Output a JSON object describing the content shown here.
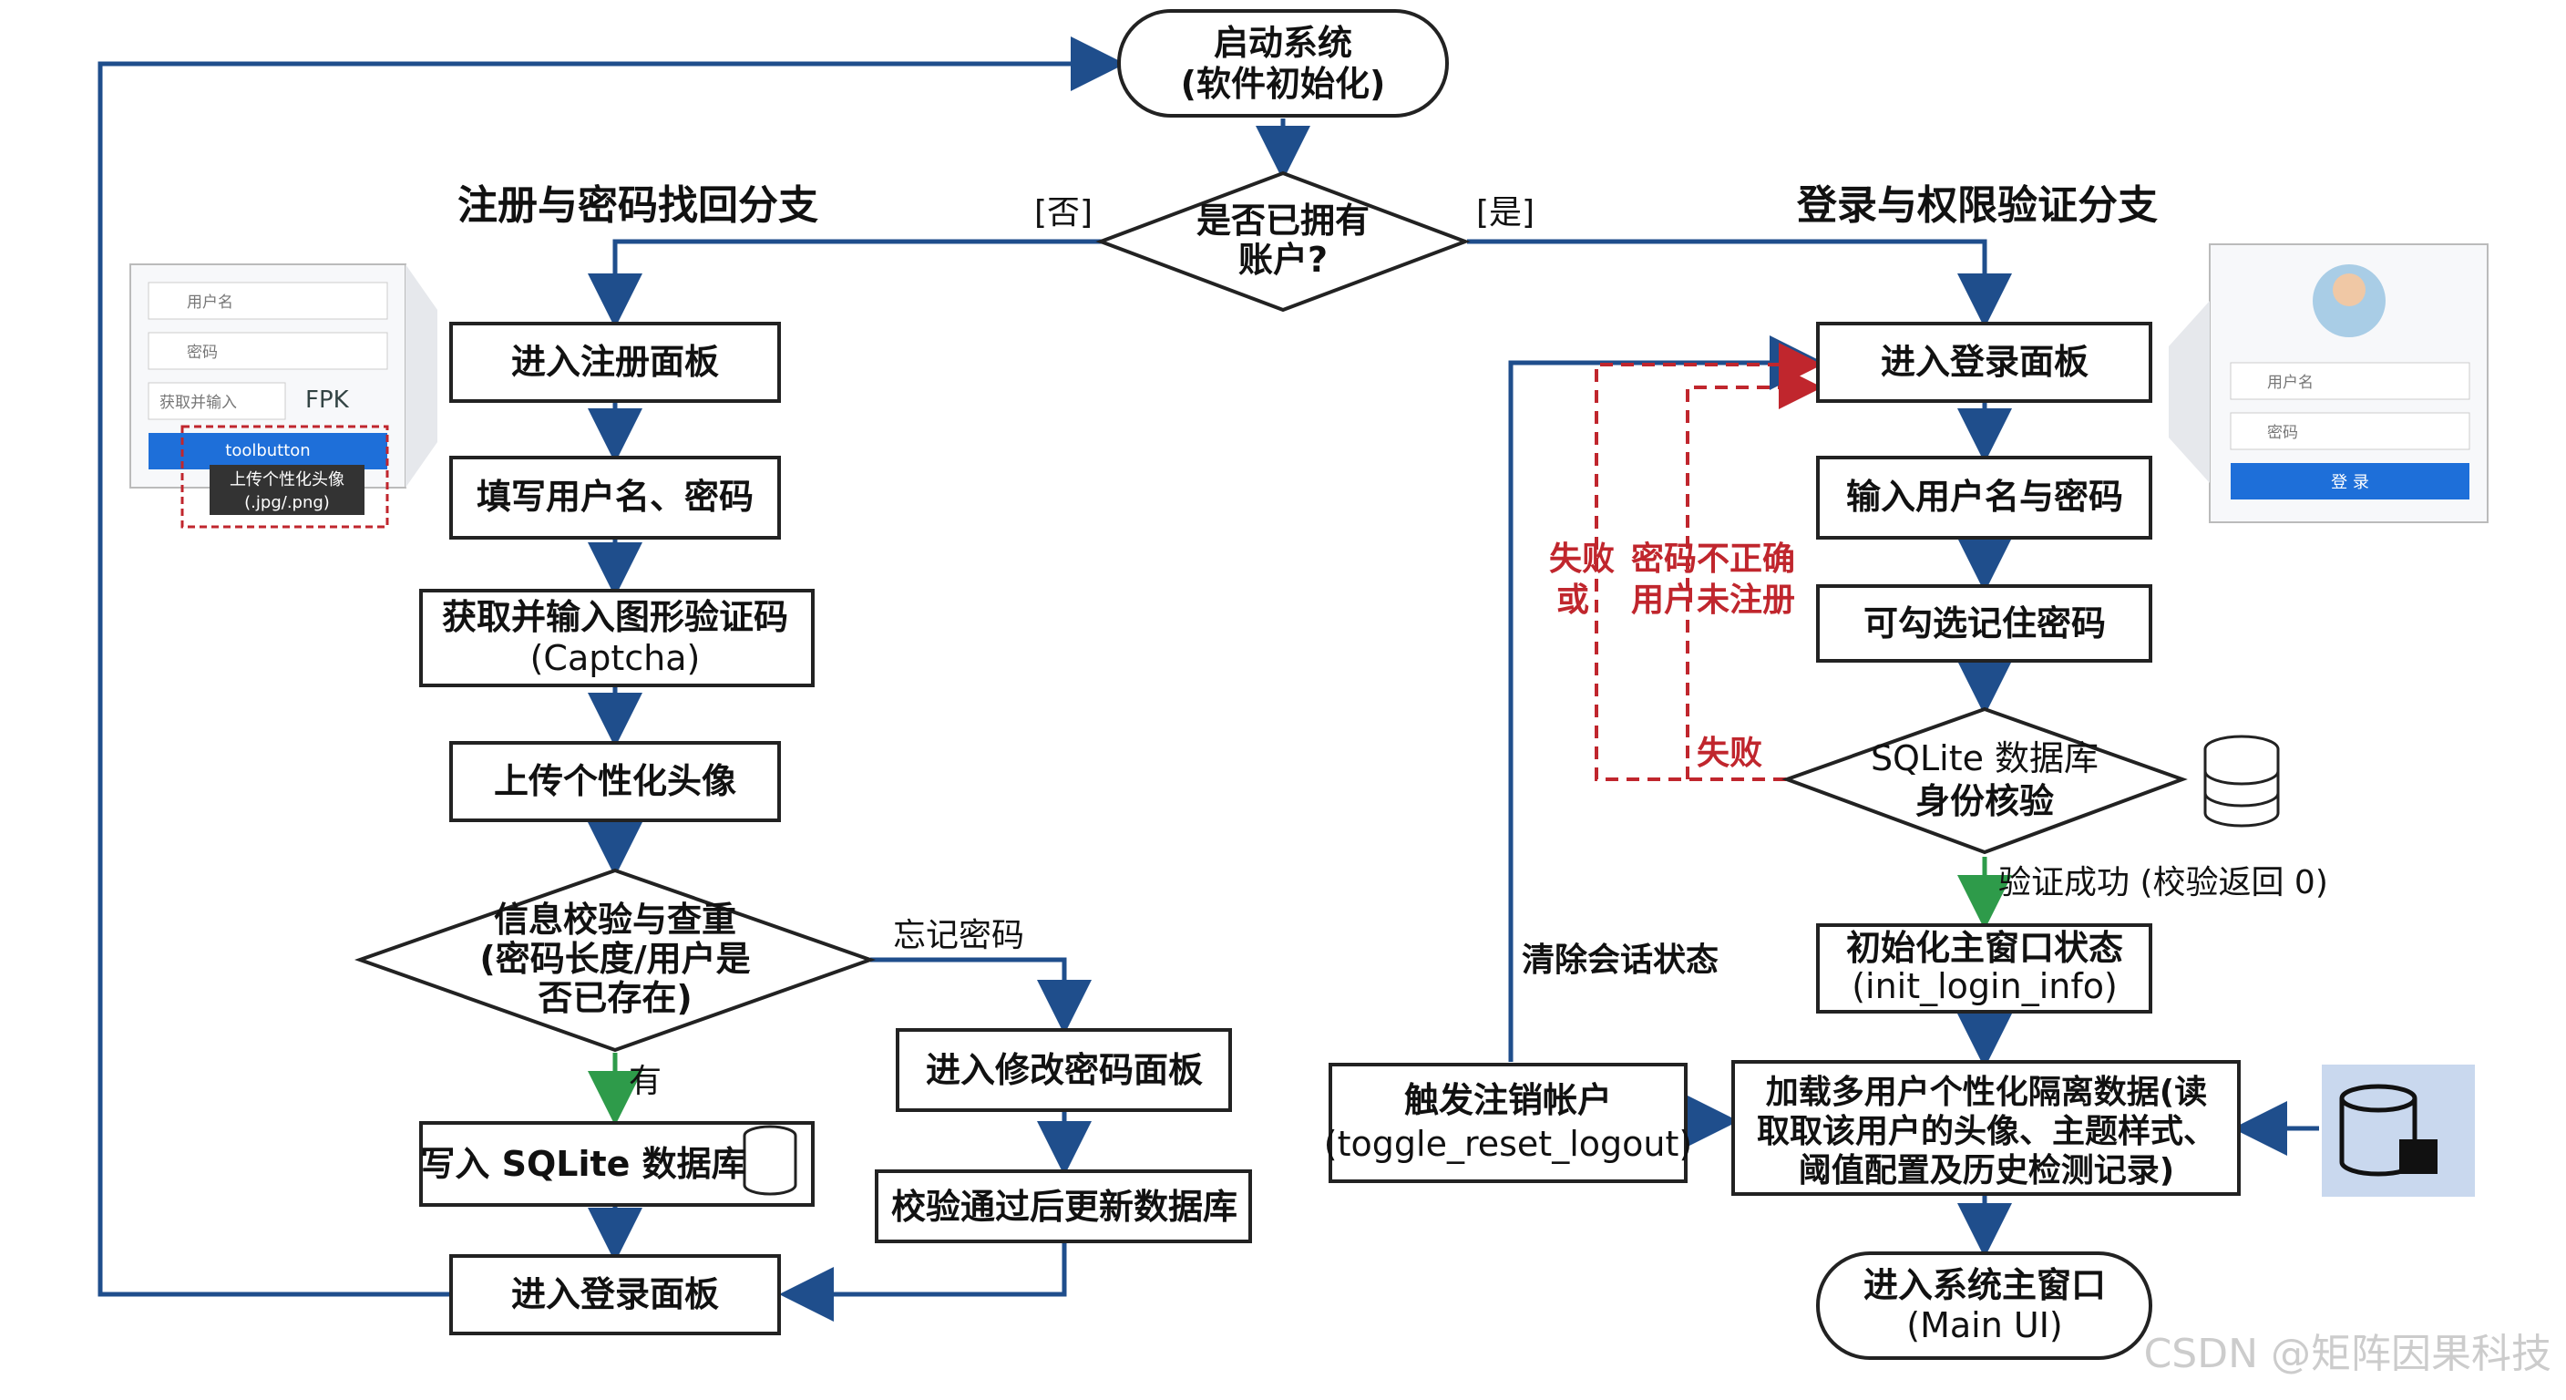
{
  "start": {
    "line1": "启动系统",
    "line2": "(软件初始化)"
  },
  "decision_account": {
    "line1": "是否已拥有",
    "line2": "账户?"
  },
  "label_no": "[否]",
  "label_yes": "[是]",
  "branch_left_title": "注册与密码找回分支",
  "branch_right_title": "登录与权限验证分支",
  "left": {
    "register_panel": "进入注册面板",
    "fill_user": "填写用户名、密码",
    "captcha": {
      "line1": "获取并输入图形验证码",
      "line2": "(Captcha)"
    },
    "avatar": "上传个性化头像",
    "check": {
      "line1": "信息校验与查重",
      "line2": "(密码长度/用户是",
      "line3": "否已存在)"
    },
    "forgot": "忘记密码",
    "has": "有",
    "write_db": "写入 SQLite 数据库",
    "modify_pwd": "进入修改密码面板",
    "update_db": "校验通过后更新数据库",
    "login_panel": "进入登录面板"
  },
  "right": {
    "login_panel": "进入登录面板",
    "input_user": "输入用户名与密码",
    "remember": "可勾选记住密码",
    "db_check": {
      "line1": "SQLite 数据库",
      "line2": "身份核验"
    },
    "fail_or": {
      "line1": "失败",
      "line2": "或"
    },
    "pwd_wrong": {
      "line1": "密码不正确",
      "line2": "用户未注册"
    },
    "fail": "失败",
    "success": "验证成功 (校验返回 0)",
    "init_window": {
      "line1": "初始化主窗口状态",
      "line2": "(init_login_info)"
    },
    "load_data": {
      "line1": "加载多用户个性化隔离数据(读",
      "line2": "取取该用户的头像、主题样式、",
      "line3": "阈值配置及历史检测记录)"
    },
    "clear_session": "清除会话状态",
    "logout": {
      "line1": "触发注销帐户",
      "line2": "(toggle_reset_logout)"
    },
    "main_ui": {
      "line1": "进入系统主窗口",
      "line2": "(Main UI)"
    }
  },
  "mock_register": {
    "username": "用户名",
    "password": "密码",
    "captcha": "获取并输入",
    "captcha_img": "FPK",
    "button": "toolbutton",
    "tooltip1": "上传个性化头像",
    "tooltip2": "(.jpg/.png)"
  },
  "mock_login": {
    "username": "用户名",
    "password": "密码",
    "button": "登 录"
  },
  "watermark": "CSDN @矩阵因果科技",
  "colors": {
    "blue": "#1f4e8c",
    "red": "#c0262d",
    "green": "#2e9b4a"
  }
}
